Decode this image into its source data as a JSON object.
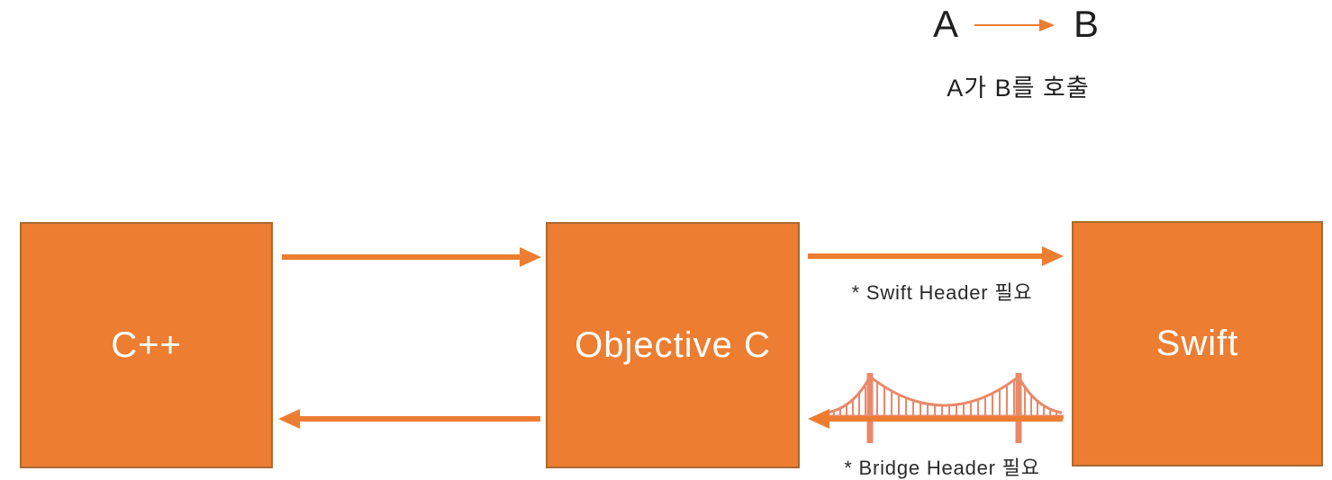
{
  "legend": {
    "from_label": "A",
    "to_label": "B",
    "caption": "A가 B를 호출"
  },
  "nodes": [
    {
      "id": "cpp",
      "label": "C++"
    },
    {
      "id": "objc",
      "label": "Objective C"
    },
    {
      "id": "swift",
      "label": "Swift"
    }
  ],
  "edges": [
    {
      "from": "cpp",
      "to": "objc",
      "note": ""
    },
    {
      "from": "objc",
      "to": "cpp",
      "note": ""
    },
    {
      "from": "objc",
      "to": "swift",
      "note": "* Swift Header 필요"
    },
    {
      "from": "swift",
      "to": "objc",
      "note": "* Bridge Header 필요"
    }
  ],
  "icons": {
    "bridge": "suspension-bridge"
  },
  "colors": {
    "box_fill": "#ED7D31",
    "box_border": "#A86A2F",
    "arrow": "#ED7D31",
    "bridge": "#E8896A",
    "text_dark": "#1f1f1f",
    "box_text": "#FFFFFF"
  }
}
